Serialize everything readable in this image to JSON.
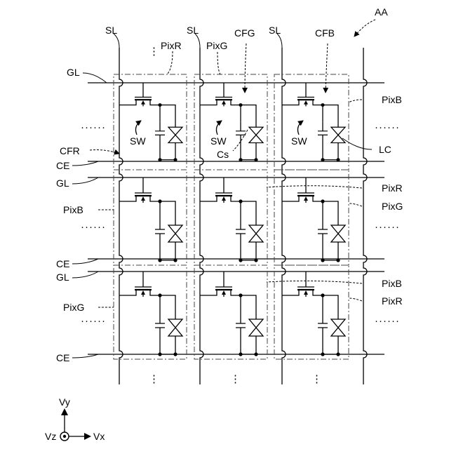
{
  "labels": {
    "aa": "AA",
    "sl": "SL",
    "gl": "GL",
    "ce": "CE",
    "sw": "SW",
    "cs": "Cs",
    "lc": "LC",
    "pix_r": "PixR",
    "pix_g": "PixG",
    "pix_b": "PixB",
    "cfr": "CFR",
    "cfg": "CFG",
    "cfb": "CFB"
  },
  "axes": {
    "vy": "Vy",
    "vx": "Vx",
    "vz": "Vz"
  },
  "glyphs": {
    "dots_h": "······",
    "dots_v": "⋮"
  }
}
